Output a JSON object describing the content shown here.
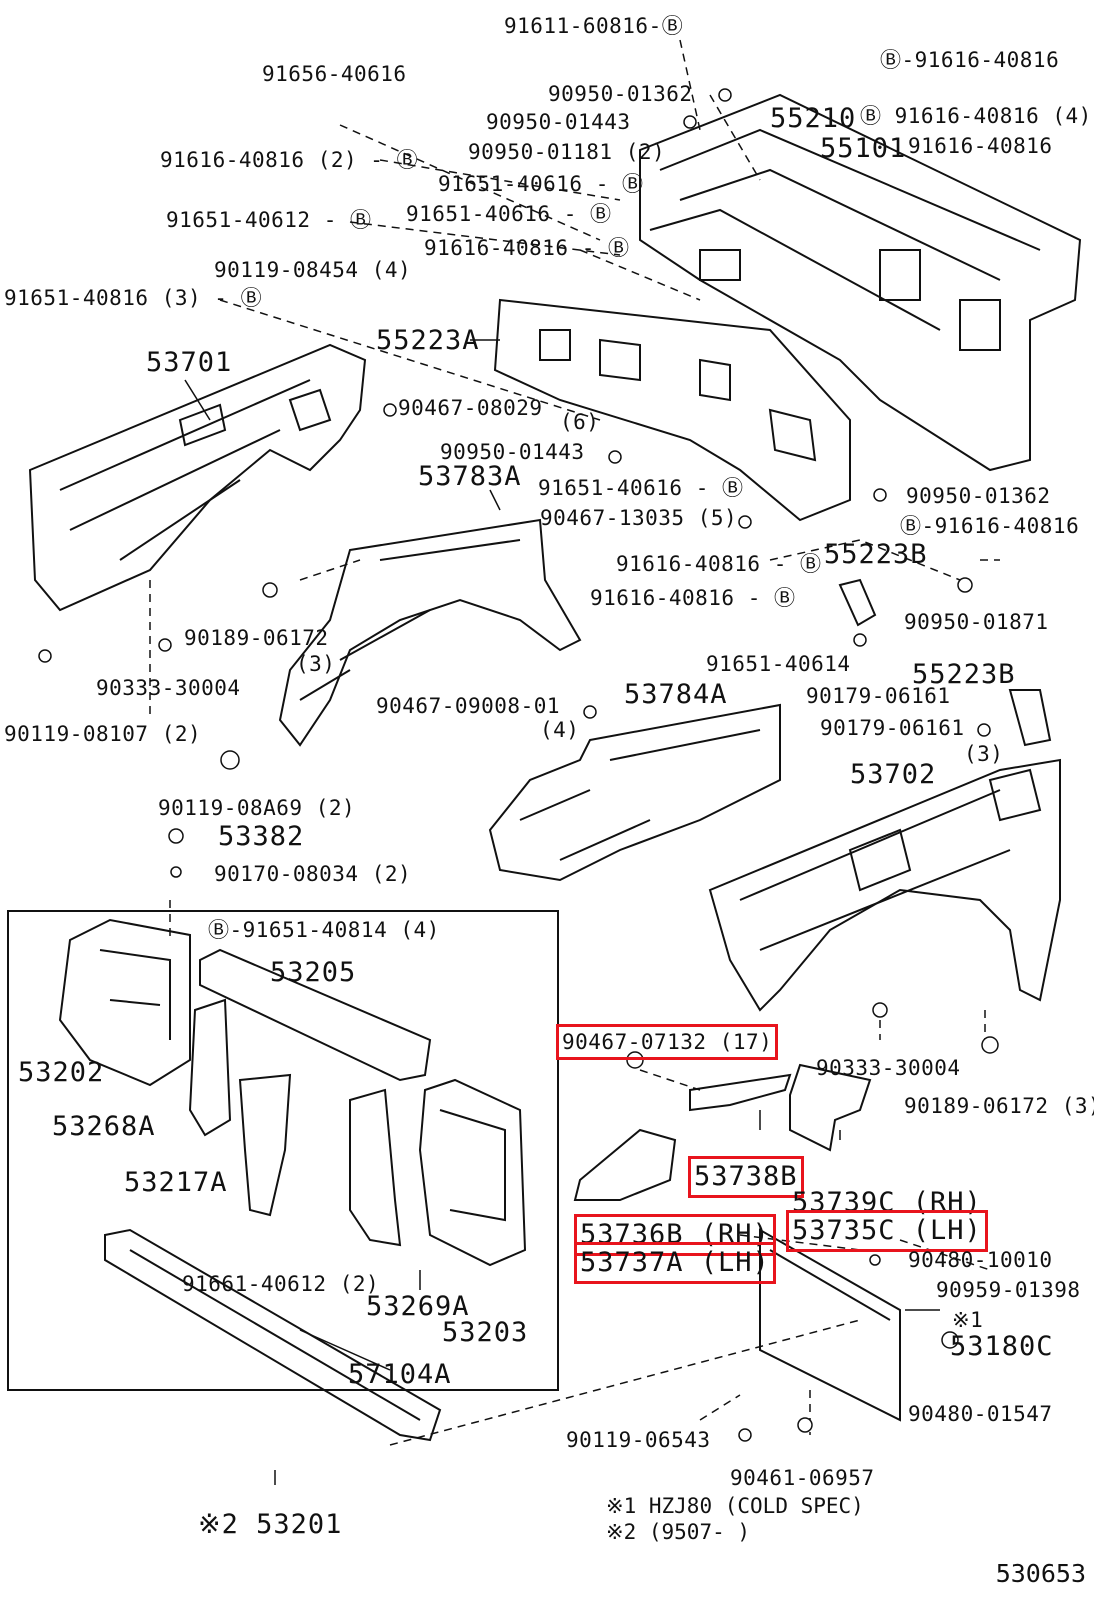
{
  "callouts": [
    {
      "id": "c1",
      "text": "91611-60816-Ⓑ"
    },
    {
      "id": "c2",
      "text": "91656-40616"
    },
    {
      "id": "c3",
      "text": "Ⓑ-91616-40816"
    },
    {
      "id": "c4",
      "text": "90950-01362"
    },
    {
      "id": "c5",
      "text": "90950-01443"
    },
    {
      "id": "c6",
      "text": "55210"
    },
    {
      "id": "c7",
      "text": "Ⓑ 91616-40816 (4)"
    },
    {
      "id": "c8",
      "text": "90950-01181 (2)"
    },
    {
      "id": "c9",
      "text": "55101"
    },
    {
      "id": "c10",
      "text": "91616-40816"
    },
    {
      "id": "c11",
      "text": "91616-40816 (2) - Ⓑ"
    },
    {
      "id": "c12",
      "text": "91651-40616 - Ⓑ"
    },
    {
      "id": "c13",
      "text": "91651-40612 - Ⓑ"
    },
    {
      "id": "c14",
      "text": "91651-40616 - Ⓑ"
    },
    {
      "id": "c15",
      "text": "91616-40816 - Ⓑ"
    },
    {
      "id": "c16",
      "text": "90119-08454 (4)"
    },
    {
      "id": "c17",
      "text": "91651-40816 (3) - Ⓑ"
    },
    {
      "id": "c18",
      "text": "55223A"
    },
    {
      "id": "c19",
      "text": "53701"
    },
    {
      "id": "c20",
      "text": "90467-08029"
    },
    {
      "id": "c21",
      "text": "(6)"
    },
    {
      "id": "c22",
      "text": "90950-01443"
    },
    {
      "id": "c23",
      "text": "53783A"
    },
    {
      "id": "c24",
      "text": "91651-40616 - Ⓑ"
    },
    {
      "id": "c25",
      "text": "90950-01362"
    },
    {
      "id": "c26",
      "text": "90467-13035 (5)"
    },
    {
      "id": "c27",
      "text": "Ⓑ-91616-40816"
    },
    {
      "id": "c28",
      "text": "91616-40816 - Ⓑ"
    },
    {
      "id": "c29",
      "text": "55223B"
    },
    {
      "id": "c30",
      "text": "91616-40816 - Ⓑ"
    },
    {
      "id": "c31",
      "text": "90950-01871"
    },
    {
      "id": "c32",
      "text": "90189-06172"
    },
    {
      "id": "c33",
      "text": "(3)"
    },
    {
      "id": "c34",
      "text": "91651-40614"
    },
    {
      "id": "c35",
      "text": "55223B"
    },
    {
      "id": "c36",
      "text": "90333-30004"
    },
    {
      "id": "c37",
      "text": "53784A"
    },
    {
      "id": "c38",
      "text": "90179-06161"
    },
    {
      "id": "c39",
      "text": "90467-09008-01"
    },
    {
      "id": "c40",
      "text": "(4)"
    },
    {
      "id": "c41",
      "text": "90179-06161"
    },
    {
      "id": "c42",
      "text": "(3)"
    },
    {
      "id": "c43",
      "text": "90119-08107 (2)"
    },
    {
      "id": "c44",
      "text": "53702"
    },
    {
      "id": "c45",
      "text": "90119-08A69 (2)"
    },
    {
      "id": "c46",
      "text": "53382"
    },
    {
      "id": "c47",
      "text": "90170-08034 (2)"
    },
    {
      "id": "c48",
      "text": "Ⓑ-91651-40814 (4)"
    },
    {
      "id": "c49",
      "text": "53205"
    },
    {
      "id": "c50",
      "text": "53202"
    },
    {
      "id": "c51",
      "text": "53268A"
    },
    {
      "id": "c52",
      "text": "53217A"
    },
    {
      "id": "c53",
      "text": "91661-40612 (2)"
    },
    {
      "id": "c54",
      "text": "53269A"
    },
    {
      "id": "c55",
      "text": "53203"
    },
    {
      "id": "c56",
      "text": "57104A"
    },
    {
      "id": "c57",
      "text": "90467-07132 (17)"
    },
    {
      "id": "c58",
      "text": "90333-30004"
    },
    {
      "id": "c59",
      "text": "90189-06172 (3)"
    },
    {
      "id": "c60",
      "text": "53738B"
    },
    {
      "id": "c61",
      "text": "53739C (RH)"
    },
    {
      "id": "c62",
      "text": "53736B (RH)"
    },
    {
      "id": "c63",
      "text": "53735C (LH)"
    },
    {
      "id": "c64",
      "text": "53737A (LH)"
    },
    {
      "id": "c65",
      "text": "90480-10010"
    },
    {
      "id": "c66",
      "text": "90959-01398"
    },
    {
      "id": "c67",
      "text": "※1"
    },
    {
      "id": "c68",
      "text": "53180C"
    },
    {
      "id": "c69",
      "text": "90480-01547"
    },
    {
      "id": "c70",
      "text": "90119-06543"
    },
    {
      "id": "c71",
      "text": "90461-06957"
    },
    {
      "id": "c72",
      "text": "※2 53201"
    }
  ],
  "notes": [
    {
      "id": "n1",
      "text": "※1 HZJ80 (COLD SPEC)"
    },
    {
      "id": "n2",
      "text": "※2 (9507-        )"
    }
  ],
  "catalog_number": "530653",
  "highlight_color": "#e8141d",
  "highlighted_parts": [
    "90467-07132 (17)",
    "53738B",
    "53736B (RH)",
    "53735C (LH)",
    "53737A (LH)"
  ]
}
